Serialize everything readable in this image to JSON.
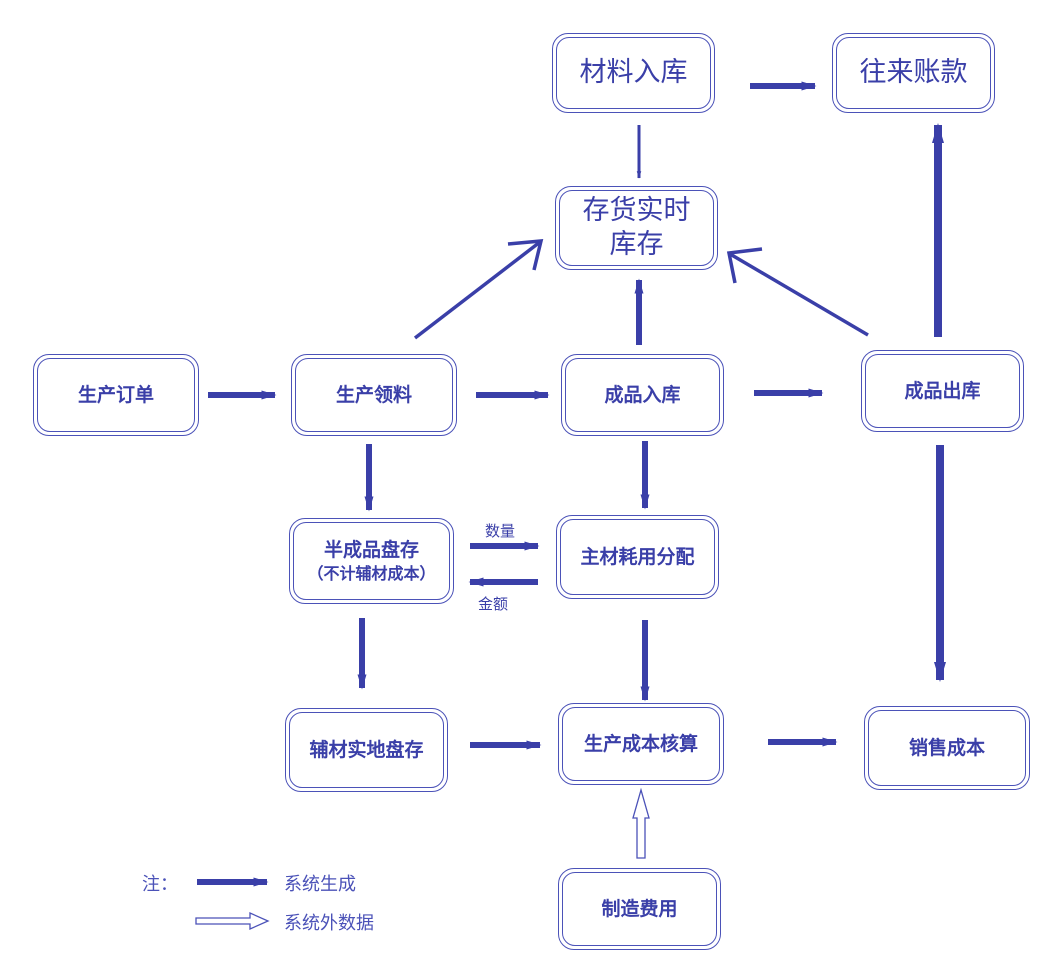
{
  "nodes": {
    "material_in": "材料入库",
    "accounts": "往来账款",
    "inventory_line1": "存货实时",
    "inventory_line2": "库存",
    "production_order": "生产订单",
    "production_pick": "生产领料",
    "finished_in": "成品入库",
    "finished_out": "成品出库",
    "semi_stock_line1": "半成品盘存",
    "semi_stock_line2": "（不计辅材成本）",
    "main_alloc": "主材耗用分配",
    "aux_stock": "辅材实地盘存",
    "cost_calc": "生产成本核算",
    "sales_cost": "销售成本",
    "mfg_expense": "制造费用"
  },
  "edge_labels": {
    "quantity": "数量",
    "amount": "金额"
  },
  "legend": {
    "prefix": "注：",
    "system": "系统生成",
    "external": "系统外数据"
  },
  "colors": {
    "arrow": "#3a3fa8",
    "border": "#4b52b8"
  }
}
